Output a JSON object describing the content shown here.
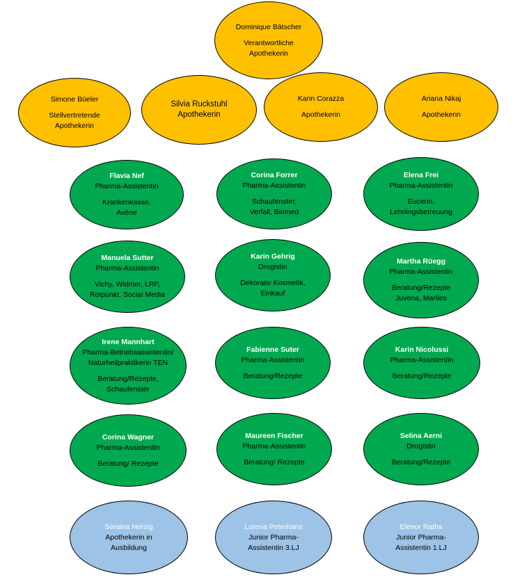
{
  "nodes": [
    {
      "id": "baetscher",
      "name": "Dominique Bätscher",
      "lines": [
        "Verantwortliche",
        "Apothekerin"
      ],
      "extra": []
    },
    {
      "id": "bueeler",
      "name": "Simone Büeler",
      "lines": [
        "Stellvertretende",
        "Apothekerin"
      ],
      "extra": []
    },
    {
      "id": "ruckstuhl",
      "name": "Silvia Ruckstuhl",
      "lines": [
        "Apothekerin"
      ],
      "extra": []
    },
    {
      "id": "corazza",
      "name": "Karin Corazza",
      "lines": [
        "Apothekerin"
      ],
      "extra": []
    },
    {
      "id": "nikaj",
      "name": "Ariana Nikaj",
      "lines": [
        "Apothekerin"
      ],
      "extra": []
    },
    {
      "id": "nef",
      "name": "Flavia Nef",
      "lines": [
        "Pharma-Assistentin"
      ],
      "extra": [
        "Krankenkasse,",
        "Avène"
      ]
    },
    {
      "id": "forrer",
      "name": "Corina Forrer",
      "lines": [
        "Pharma-Assistentin"
      ],
      "extra": [
        "Schaufenster,",
        "Verfall, Biomed"
      ]
    },
    {
      "id": "frei",
      "name": "Elena Frei",
      "lines": [
        "Pharma-Assistentin"
      ],
      "extra": [
        "Eucerin,",
        "Lehrlingsbetreuung"
      ]
    },
    {
      "id": "sutter",
      "name": "Manuela Sutter",
      "lines": [
        "Pharma-Assistentin"
      ],
      "extra": [
        "Vichy, Widmer, LRP,",
        "Rotpunkt, Social Media"
      ]
    },
    {
      "id": "gehrig",
      "name": "Karin Gehrig",
      "lines": [
        "Drogistin"
      ],
      "extra": [
        "Dekorativ Kosmetik,",
        "Einkauf"
      ]
    },
    {
      "id": "rueegg",
      "name": "Martha Rüegg",
      "lines": [
        "Pharma-Assistentin"
      ],
      "extra": [
        "Beratung/Rezepte",
        "Juvena, Marlies"
      ]
    },
    {
      "id": "mannhart",
      "name": "Irene Mannhart",
      "lines": [
        "Pharma-Betriebsassistentin/",
        "Naturheilpraktikerin TEN"
      ],
      "extra": [
        "Beratung/Rezepte,",
        "Schaufenster"
      ]
    },
    {
      "id": "suter",
      "name": "Fabienne Suter",
      "lines": [
        "Pharma-Assistentin"
      ],
      "extra": [
        "Beratung/Rezepte"
      ]
    },
    {
      "id": "nicolussi",
      "name": "Karin Nicolussi",
      "lines": [
        "Pharma-Assistentin"
      ],
      "extra": [
        "Beratung/Rezepte"
      ]
    },
    {
      "id": "wagner",
      "name": "Corina Wagner",
      "lines": [
        "Pharma-Assistentin"
      ],
      "extra": [
        "Beratung/ Rezepte"
      ]
    },
    {
      "id": "fischer",
      "name": "Maureen Fischer",
      "lines": [
        "Pharma-Assistentin"
      ],
      "extra": [
        "Beratung/ Rezepte"
      ]
    },
    {
      "id": "aerni",
      "name": "Selina Aerni",
      "lines": [
        "Drogistin"
      ],
      "extra": [
        "Beratung/Rezepte"
      ]
    },
    {
      "id": "herzig",
      "name": "Seraina Herzig",
      "lines": [
        "Apothekerin in",
        "Ausbildung"
      ],
      "extra": []
    },
    {
      "id": "peterhans",
      "name": "Lorena Peterhans",
      "lines": [
        "Junior Pharma-",
        "Assistentin 3.LJ"
      ],
      "extra": []
    },
    {
      "id": "raths",
      "name": "Elenor Raths",
      "lines": [
        "Junior Pharma-",
        "Assistentin 1.LJ"
      ],
      "extra": []
    }
  ],
  "colors": {
    "orange": "#ffc000",
    "green": "#00a94f",
    "blue": "#9dc3e6"
  }
}
